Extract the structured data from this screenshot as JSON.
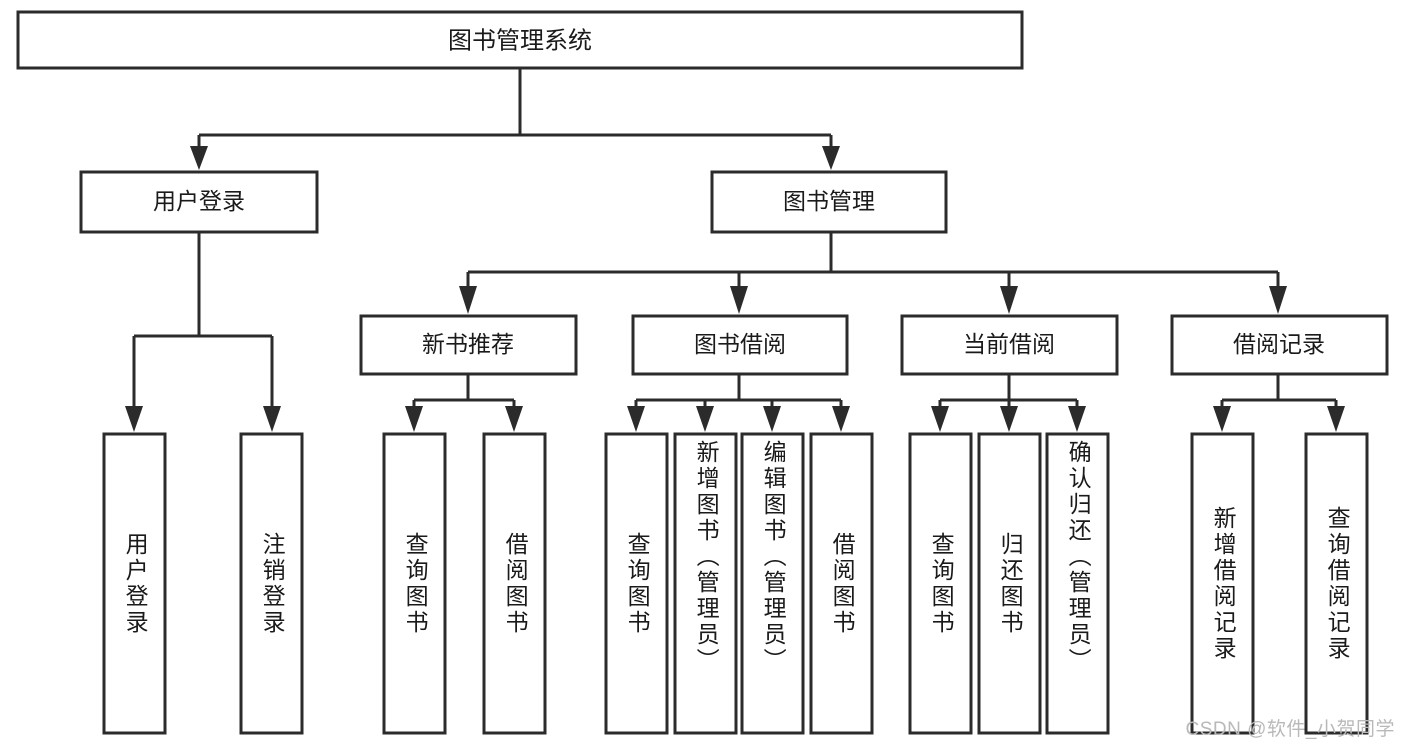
{
  "diagram": {
    "title": "图书管理系统",
    "type": "tree-hierarchy",
    "watermark": "CSDN @软件_小贺同学",
    "colors": {
      "stroke": "#2b2b2b",
      "fill": "#ffffff",
      "text": "#1a1a1a",
      "watermark": "#b9b9b9",
      "background": "#ffffff"
    },
    "root": {
      "label": "图书管理系统"
    },
    "level2": [
      {
        "label": "用户登录"
      },
      {
        "label": "图书管理"
      }
    ],
    "level3": [
      {
        "label": "新书推荐"
      },
      {
        "label": "图书借阅"
      },
      {
        "label": "当前借阅"
      },
      {
        "label": "借阅记录"
      }
    ],
    "leaves": {
      "user_login": [
        {
          "label": "用户登录"
        },
        {
          "label": "注销登录"
        }
      ],
      "new_book_recommend": [
        {
          "label": "查询图书"
        },
        {
          "label": "借阅图书"
        }
      ],
      "book_borrow": [
        {
          "label": "查询图书"
        },
        {
          "label": "新增图书（管理员）"
        },
        {
          "label": "编辑图书（管理员）"
        },
        {
          "label": "借阅图书"
        }
      ],
      "current_borrow": [
        {
          "label": "查询图书"
        },
        {
          "label": "归还图书"
        },
        {
          "label": "确认归还（管理员）"
        }
      ],
      "borrow_records": [
        {
          "label": "新增借阅记录"
        },
        {
          "label": "查询借阅记录"
        }
      ]
    }
  }
}
